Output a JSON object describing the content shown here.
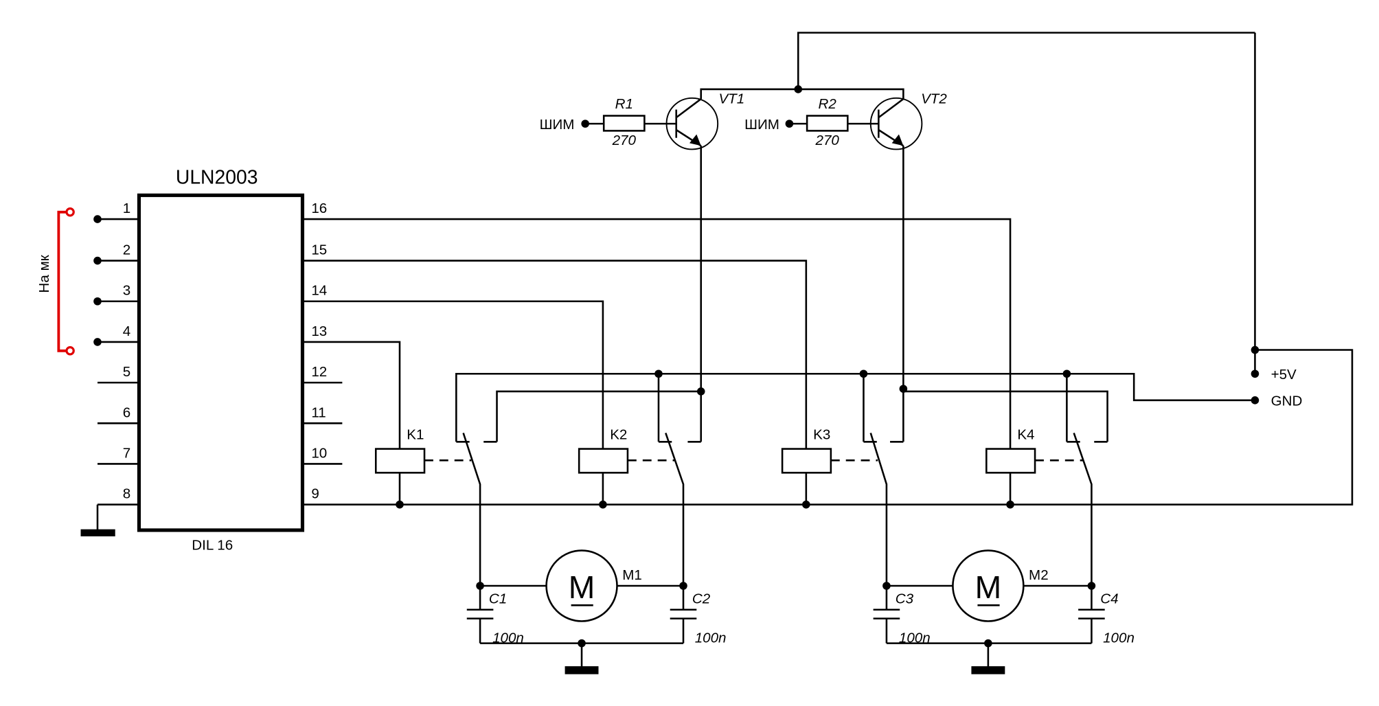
{
  "ic": {
    "name": "ULN2003",
    "package": "DIL 16",
    "left_pins": [
      "1",
      "2",
      "3",
      "4",
      "5",
      "6",
      "7",
      "8"
    ],
    "right_pins": [
      "16",
      "15",
      "14",
      "13",
      "12",
      "11",
      "10",
      "9"
    ]
  },
  "connector": {
    "label": "На мк",
    "color": "#e00000"
  },
  "transistors": [
    {
      "name": "VT1",
      "resistor": "R1",
      "resistor_value": "270",
      "input": "ШИМ"
    },
    {
      "name": "VT2",
      "resistor": "R2",
      "resistor_value": "270",
      "input": "ШИМ"
    }
  ],
  "relays": [
    "K1",
    "K2",
    "K3",
    "K4"
  ],
  "motors": [
    {
      "name": "M1",
      "symbol": "M",
      "caps": [
        {
          "name": "C1",
          "value": "100n"
        },
        {
          "name": "C2",
          "value": "100n"
        }
      ]
    },
    {
      "name": "M2",
      "symbol": "M",
      "caps": [
        {
          "name": "C3",
          "value": "100n"
        },
        {
          "name": "C4",
          "value": "100n"
        }
      ]
    }
  ],
  "power": {
    "vcc": "+5V",
    "gnd": "GND"
  }
}
